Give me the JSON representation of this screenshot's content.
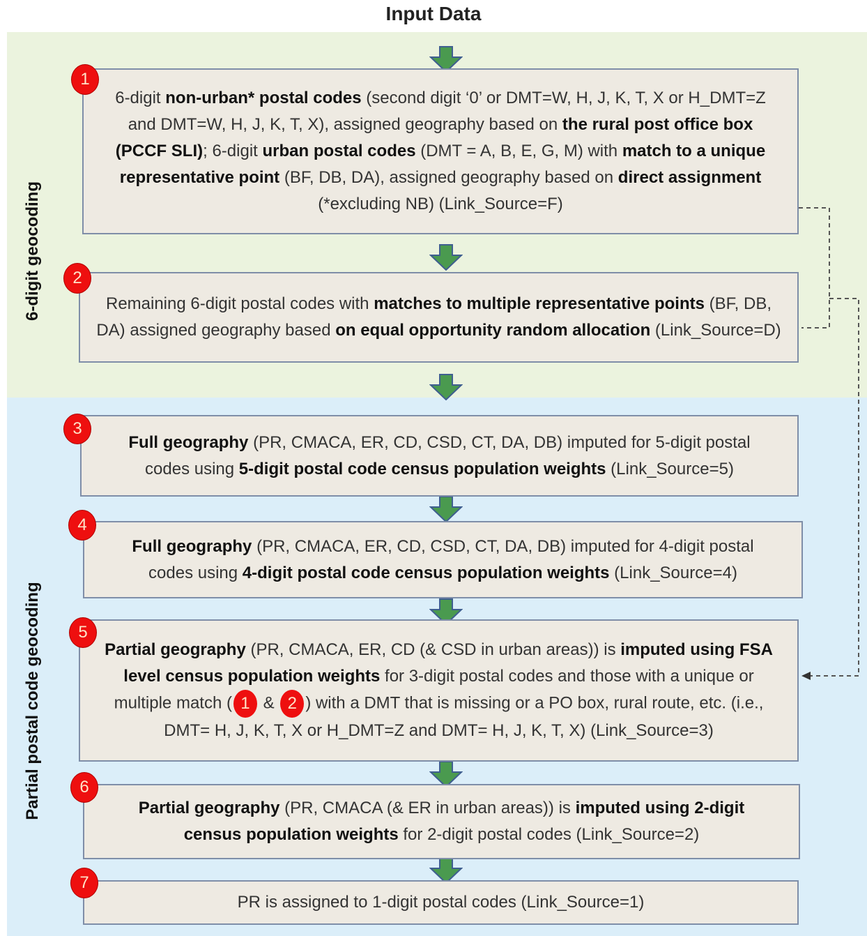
{
  "title": "Input Data",
  "sections": [
    {
      "label": "6-digit geocoding"
    },
    {
      "label": "Partial postal code geocoding"
    }
  ],
  "colors": {
    "section1_bg": "#ebf3de",
    "section2_bg": "#dbeef9",
    "box_bg": "#eeeae2",
    "arrow": "#4a9a4f",
    "badge": "#ee0f0f"
  },
  "steps": [
    {
      "number": "1",
      "segments": [
        {
          "text": "6-digit "
        },
        {
          "text": "non-urban* postal codes",
          "bold": true
        },
        {
          "text": " (second digit ‘0’ or DMT=W, H, J, K, T, X or H_DMT=Z and DMT=W, H, J, K, T, X), assigned geography based on "
        },
        {
          "text": "the rural post office box (PCCF SLI)",
          "bold": true
        },
        {
          "text": "; 6-digit "
        },
        {
          "text": "urban postal codes",
          "bold": true
        },
        {
          "text": " (DMT = A, B, E, G, M) with "
        },
        {
          "text": "match to a unique representative point",
          "bold": true
        },
        {
          "text": " (BF, DB, DA), assigned geography based on "
        },
        {
          "text": "direct assignment",
          "bold": true
        },
        {
          "text": " (*excluding NB) (Link_Source=F)"
        }
      ]
    },
    {
      "number": "2",
      "segments": [
        {
          "text": "Remaining 6-digit postal codes with "
        },
        {
          "text": "matches to multiple representative points",
          "bold": true
        },
        {
          "text": " (BF, DB, DA) assigned geography based "
        },
        {
          "text": "on equal opportunity random allocation",
          "bold": true
        },
        {
          "text": " (Link_Source=D)"
        }
      ]
    },
    {
      "number": "3",
      "segments": [
        {
          "text": "Full geography",
          "bold": true
        },
        {
          "text": " (PR, CMACA, ER, CD, CSD, CT, DA, DB) imputed for 5-digit postal codes using "
        },
        {
          "text": "5-digit postal code census population weights",
          "bold": true
        },
        {
          "text": " (Link_Source=5)"
        }
      ]
    },
    {
      "number": "4",
      "segments": [
        {
          "text": "Full geography",
          "bold": true
        },
        {
          "text": " (PR, CMACA, ER, CD, CSD, CT, DA, DB) imputed for 4-digit postal codes using "
        },
        {
          "text": "4-digit postal code census population weights",
          "bold": true
        },
        {
          "text": " (Link_Source=4)"
        }
      ]
    },
    {
      "number": "5",
      "segments": [
        {
          "text": "Partial geography",
          "bold": true
        },
        {
          "text": " (PR, CMACA, ER, CD (& CSD in urban areas)) is "
        },
        {
          "text": "imputed using FSA level census population weights",
          "bold": true
        },
        {
          "text": " for 3-digit postal codes and those with a unique or multiple match ("
        },
        {
          "badge": "1"
        },
        {
          "text": " & "
        },
        {
          "badge": "2"
        },
        {
          "text": ") with a DMT that is missing or a PO box, rural route, etc. (i.e., DMT= H, J, K, T, X or H_DMT=Z and DMT= H, J, K, T, X) (Link_Source=3)"
        }
      ]
    },
    {
      "number": "6",
      "segments": [
        {
          "text": "Partial geography",
          "bold": true
        },
        {
          "text": " (PR, CMACA (& ER in urban areas)) is "
        },
        {
          "text": "imputed using 2-digit census population weights",
          "bold": true
        },
        {
          "text": " for 2-digit postal codes (Link_Source=2)"
        }
      ]
    },
    {
      "number": "7",
      "segments": [
        {
          "text": "PR is assigned to 1-digit postal codes (Link_Source=1)"
        }
      ]
    }
  ]
}
